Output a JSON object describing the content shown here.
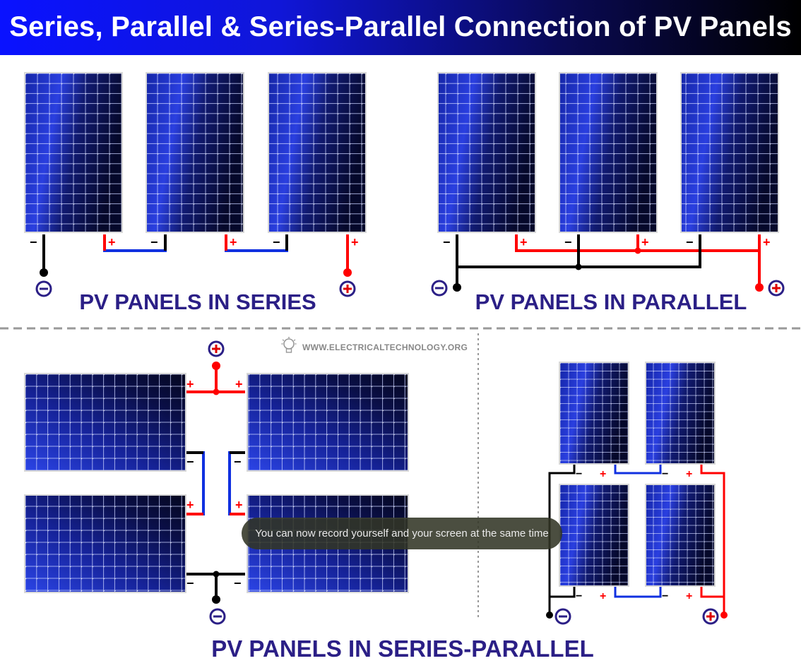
{
  "header": {
    "title": "Series, Parallel & Series-Parallel Connection of PV Panels"
  },
  "sections": {
    "series": {
      "label": "PV PANELS IN SERIES"
    },
    "parallel": {
      "label": "PV PANELS IN PARALLEL"
    },
    "series_parallel": {
      "label": "PV PANELS IN SERIES-PARALLEL"
    }
  },
  "watermark": {
    "text": "WWW.ELECTRICALTECHNOLOGY.ORG",
    "icon": "lightbulb-icon"
  },
  "toast": {
    "text": "You can now record yourself and your screen at the same time"
  },
  "colors": {
    "header_start": "#0a12ff",
    "header_end": "#000000",
    "label_text": "#2b1f86",
    "wire_positive": "#ff0000",
    "wire_negative": "#000000",
    "wire_link": "#1030e0",
    "terminal_symbol": "#2b1f86"
  },
  "symbols": {
    "plus": "+",
    "minus": "−"
  }
}
